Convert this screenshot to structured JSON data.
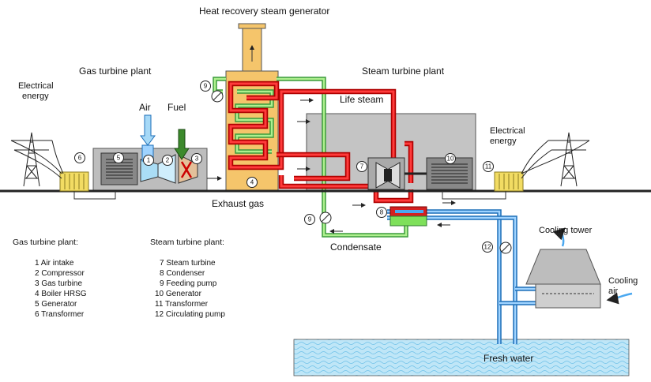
{
  "title": "Heat recovery steam generator",
  "sections": {
    "gas_turbine_plant": "Gas turbine plant",
    "steam_turbine_plant": "Steam turbine plant"
  },
  "labels": {
    "electrical_energy_left": [
      "Electrical",
      "energy"
    ],
    "electrical_energy_right": [
      "Electrical",
      "energy"
    ],
    "air": "Air",
    "fuel": "Fuel",
    "life_steam": "Life steam",
    "exhaust_gas": "Exhaust gas",
    "condensate": "Condensate",
    "cooling_tower": "Cooling tower",
    "cooling_air": [
      "Cooling",
      "air"
    ],
    "fresh_water": "Fresh water"
  },
  "markers": [
    "1",
    "2",
    "3",
    "4",
    "5",
    "6",
    "7",
    "8",
    "9",
    "9",
    "10",
    "11",
    "12"
  ],
  "legend_gas": {
    "heading": "Gas turbine plant:",
    "items": [
      "1 Air intake",
      "2 Compressor",
      "3 Gas turbine",
      "4 Boiler HRSG",
      "5 Generator",
      "6 Transformer"
    ]
  },
  "legend_steam": {
    "heading": "Steam turbine plant:",
    "items": [
      "7 Steam turbine",
      "8 Condenser",
      "9 Feeding pump",
      "10 Generator",
      "11 Transformer",
      "12 Circulating pump"
    ]
  },
  "colors": {
    "steam": "#d40000",
    "condensate": "#7ee05a",
    "water": "#4aa8f0",
    "hrsg": "#f5c56b",
    "building": "#c0c0c0",
    "ground": "#222222"
  }
}
